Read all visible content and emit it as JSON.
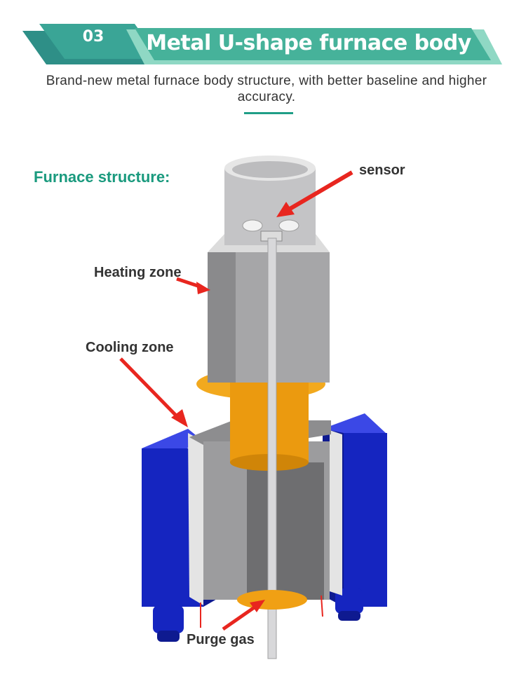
{
  "banner": {
    "number": "03",
    "title": "Metal U-shape furnace body",
    "colors": {
      "dark": "#2b8f86",
      "light": "#7fd3bd",
      "accent": "#1f9e87"
    }
  },
  "subtitle": "Brand-new metal furnace body structure, with better baseline and higher accuracy.",
  "section": {
    "heading": "Furnace structure:"
  },
  "diagram": {
    "labels": {
      "sensor": "sensor",
      "heating_zone": "Heating zone",
      "cooling_zone": "Cooling zone",
      "purge_gas": "Purge gas"
    },
    "colors": {
      "arrow": "#e8261f",
      "furnace_gray": "#a9a9ab",
      "cooling_orange": "#f0a014",
      "block_blue": "#1827c8"
    }
  }
}
